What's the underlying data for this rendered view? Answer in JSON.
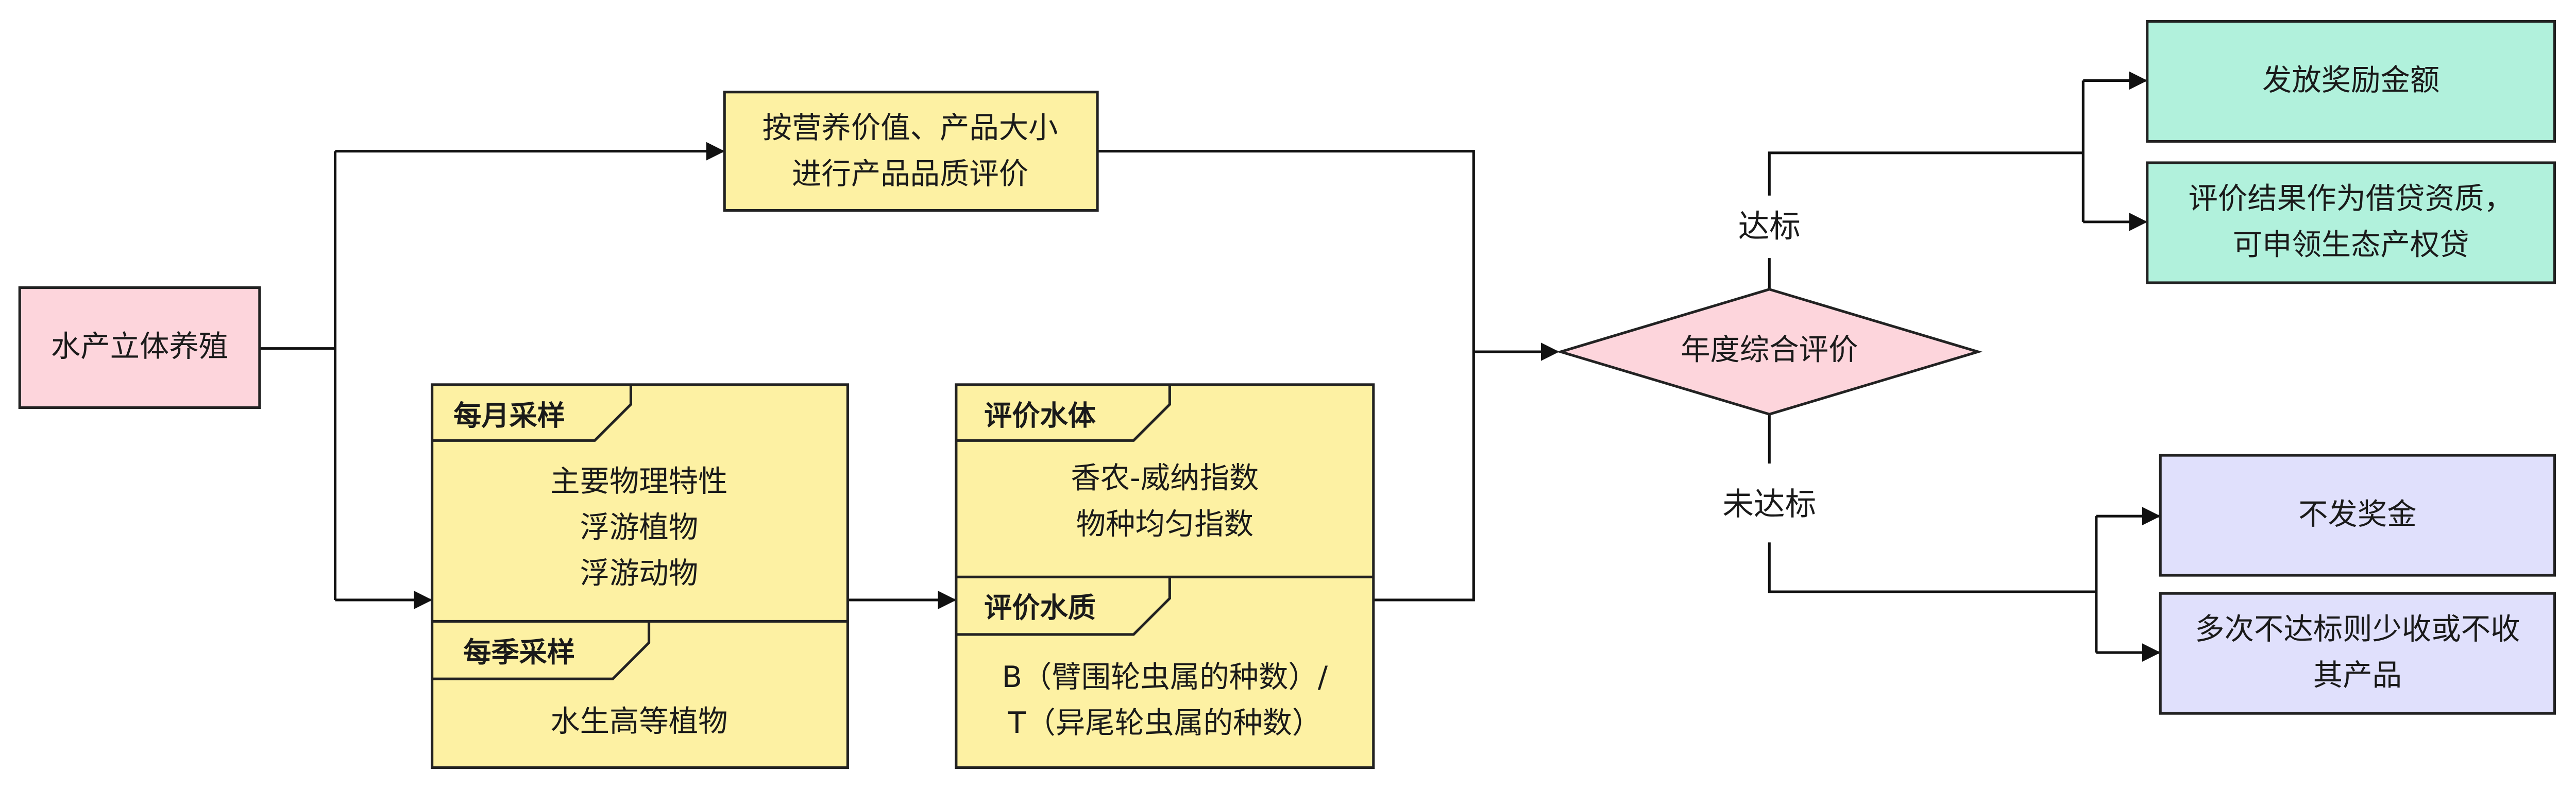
{
  "colors": {
    "pink": "#fdd5dc",
    "yellow": "#fdf1a3",
    "green": "#b1f1dc",
    "lavender": "#e0e0fc",
    "line": "#111111"
  },
  "nodes": {
    "start": {
      "label": "水产立体养殖"
    },
    "quality_eval": {
      "lines": [
        "按营养价值、产品大小",
        "进行产品品质评价"
      ]
    },
    "sampling": {
      "monthly": {
        "tag": "每月采样",
        "items": [
          "主要物理特性",
          "浮游植物",
          "浮游动物"
        ]
      },
      "seasonal": {
        "tag": "每季采样",
        "items": [
          "水生高等植物"
        ]
      }
    },
    "evaluation": {
      "water_body": {
        "tag": "评价水体",
        "items": [
          "香农-威纳指数",
          "物种均匀指数"
        ]
      },
      "water_quality": {
        "tag": "评价水质",
        "items": [
          "B（臂围轮虫属的种数）/",
          "T（异尾轮虫属的种数）"
        ]
      }
    },
    "annual": {
      "label": "年度综合评价"
    },
    "pass_outcomes": [
      {
        "lines": [
          "发放奖励金额"
        ]
      },
      {
        "lines": [
          "评价结果作为借贷资质，",
          "可申领生态产权贷"
        ]
      }
    ],
    "fail_outcomes": [
      {
        "lines": [
          "不发奖金"
        ]
      },
      {
        "lines": [
          "多次不达标则少收或不收",
          "其产品"
        ]
      }
    ]
  },
  "edges": {
    "pass_label": "达标",
    "fail_label": "未达标"
  }
}
